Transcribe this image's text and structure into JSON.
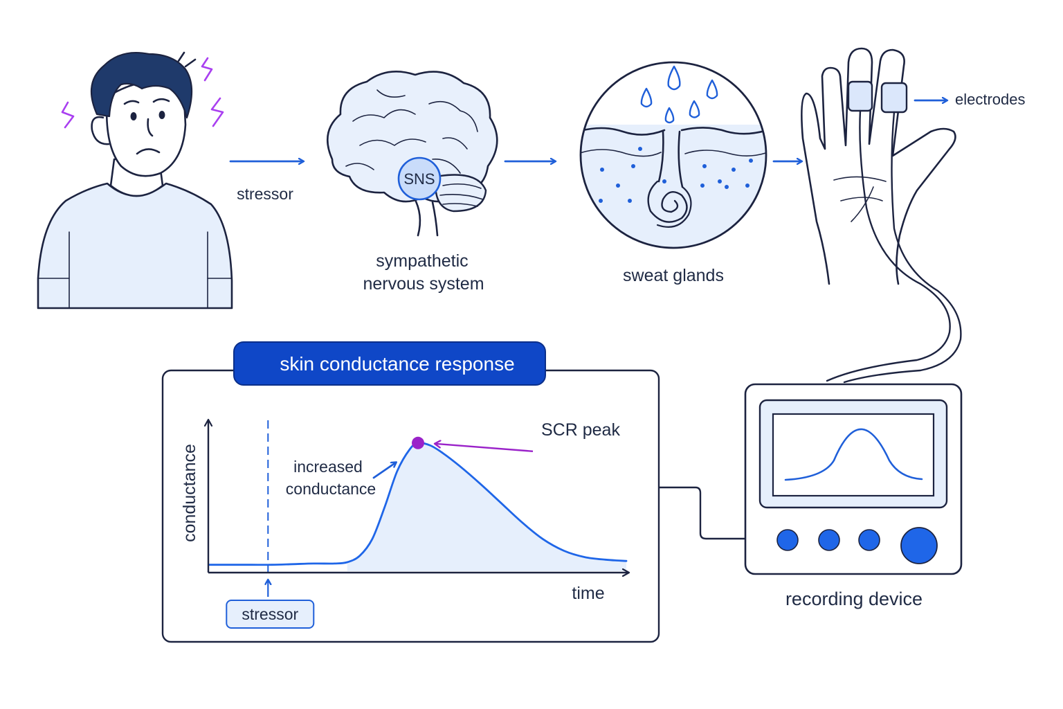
{
  "flow": {
    "stressor_label": "stressor",
    "sns_badge": "SNS",
    "sns_label_line1": "sympathetic",
    "sns_label_line2": "nervous system",
    "sweat_label": "sweat glands",
    "electrodes_label": "electrodes",
    "device_label": "recording device"
  },
  "chart": {
    "header": "skin conductance response",
    "ylabel": "conductance",
    "xlabel": "time",
    "peak_label": "SCR peak",
    "increase_line1": "increased",
    "increase_line2": "conductance",
    "stressor_tag": "stressor"
  },
  "colors": {
    "accent": "#1f5fd9",
    "header_bg": "#0f47c7",
    "ink": "#1c2340",
    "fill_light": "#e6effc",
    "peak": "#9a22c9",
    "stress_marks": "#a93ff0"
  },
  "chart_data": {
    "type": "area",
    "x": [
      0,
      5,
      10,
      15,
      20,
      25,
      30,
      33,
      36,
      39,
      42,
      45,
      48,
      50,
      53,
      56,
      60,
      65,
      70,
      75,
      80,
      85,
      90,
      95,
      100
    ],
    "y": [
      0.05,
      0.05,
      0.05,
      0.05,
      0.055,
      0.06,
      0.06,
      0.07,
      0.12,
      0.25,
      0.5,
      0.78,
      0.95,
      1.0,
      0.98,
      0.92,
      0.82,
      0.68,
      0.53,
      0.38,
      0.25,
      0.16,
      0.11,
      0.09,
      0.08
    ],
    "stressor_x": 14,
    "peak_x": 50,
    "ylim": [
      0,
      1.15
    ],
    "xlim": [
      0,
      100
    ]
  }
}
